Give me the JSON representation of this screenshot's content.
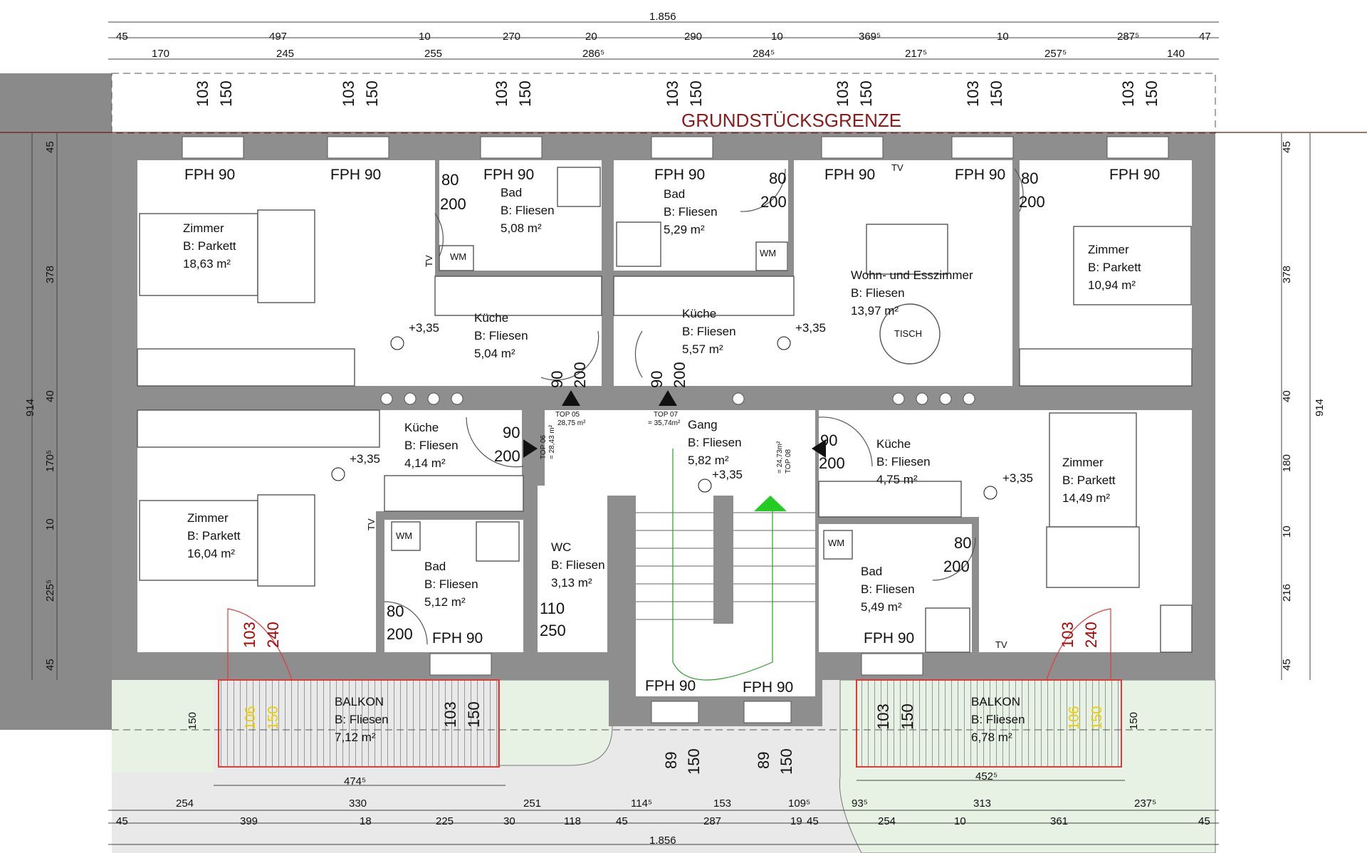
{
  "colors": {
    "wall": "#8e8e8e",
    "boundary": "#8b1a1a",
    "balcony_outline": "#e03b3b",
    "garden": "#e8f2e4",
    "yard": "#e9e9e9",
    "stair_arrow": "#22cc22",
    "door_label_yellow": "#e6cf00"
  },
  "boundary_label": "GRUNDSTÜCKSGRENZE",
  "dims_top_total": "1.856",
  "dims_top_row1": [
    "45",
    "497",
    "10",
    "270",
    "20",
    "290",
    "10",
    "369⁵",
    "10",
    "287⁵",
    "47"
  ],
  "dims_top_row2": [
    "170",
    "245",
    "255",
    "286⁵",
    "284⁵",
    "217⁵",
    "257⁵",
    "140"
  ],
  "dims_bottom_row1": [
    "254",
    "330",
    "251",
    "114⁵",
    "153",
    "109⁵",
    "93⁵",
    "313",
    "237⁵"
  ],
  "dims_bottom_row2": [
    "45",
    "399",
    "18",
    "225",
    "30",
    "118",
    "45",
    "287",
    "19",
    "45",
    "254",
    "10",
    "361",
    "45"
  ],
  "dims_bottom_total": "1.856",
  "dims_left": [
    "45",
    "378",
    "40",
    "170⁵",
    "10",
    "225⁵",
    "45"
  ],
  "dims_left_total": "914",
  "dims_right": [
    "45",
    "378",
    "40",
    "180",
    "10",
    "216",
    "45"
  ],
  "dims_right_total": "914",
  "window_top_a": "103",
  "window_top_b": "150",
  "win_fph": "FPH 90",
  "door_80": "80",
  "door_90": "90",
  "door_200": "200",
  "door_240": "240",
  "door_110": "110",
  "door_250": "250",
  "door_89": "89",
  "door_106": "106",
  "tv": "TV",
  "wm": "WM",
  "tisch": "TISCH",
  "level": "+3,35",
  "rooms": {
    "zimmer1": {
      "name": "Zimmer",
      "floor": "B: Parkett",
      "area": "18,63 m²"
    },
    "bad1": {
      "name": "Bad",
      "floor": "B: Fliesen",
      "area": "5,08 m²"
    },
    "kueche1": {
      "name": "Küche",
      "floor": "B: Fliesen",
      "area": "5,04 m²"
    },
    "bad2": {
      "name": "Bad",
      "floor": "B: Fliesen",
      "area": "5,29 m²"
    },
    "kueche2": {
      "name": "Küche",
      "floor": "B: Fliesen",
      "area": "5,57 m²"
    },
    "wohn": {
      "name": "Wohn- und Esszimmer",
      "floor": "B: Fliesen",
      "area": "13,97 m²"
    },
    "zimmer2": {
      "name": "Zimmer",
      "floor": "B: Parkett",
      "area": "10,94 m²"
    },
    "kueche3": {
      "name": "Küche",
      "floor": "B: Fliesen",
      "area": "4,14 m²"
    },
    "zimmer3": {
      "name": "Zimmer",
      "floor": "B: Parkett",
      "area": "16,04 m²"
    },
    "bad3": {
      "name": "Bad",
      "floor": "B: Fliesen",
      "area": "5,12 m²"
    },
    "wc": {
      "name": "WC",
      "floor": "B: Fliesen",
      "area": "3,13 m²"
    },
    "gang": {
      "name": "Gang",
      "floor": "B: Fliesen",
      "area": "5,82 m²"
    },
    "kueche4": {
      "name": "Küche",
      "floor": "B: Fliesen",
      "area": "4,75 m²"
    },
    "zimmer4": {
      "name": "Zimmer",
      "floor": "B: Parkett",
      "area": "14,49 m²"
    },
    "bad4": {
      "name": "Bad",
      "floor": "B: Fliesen",
      "area": "5,49 m²"
    },
    "balkon1": {
      "name": "BALKON",
      "floor": "B: Fliesen",
      "area": "7,12 m²",
      "width": "474⁵",
      "depth": "150"
    },
    "balkon2": {
      "name": "BALKON",
      "floor": "B: Fliesen",
      "area": "6,78 m²",
      "width": "452⁵",
      "depth": "150"
    }
  },
  "tops": {
    "top05": {
      "name": "TOP 05",
      "area": "28,75 m²"
    },
    "top06": {
      "name": "TOP 06",
      "area": "= 28,43 m²"
    },
    "top07": {
      "name": "TOP 07",
      "area": "= 35,74m²"
    },
    "top08": {
      "name": "TOP 08",
      "area": "= 24,73m²"
    }
  }
}
